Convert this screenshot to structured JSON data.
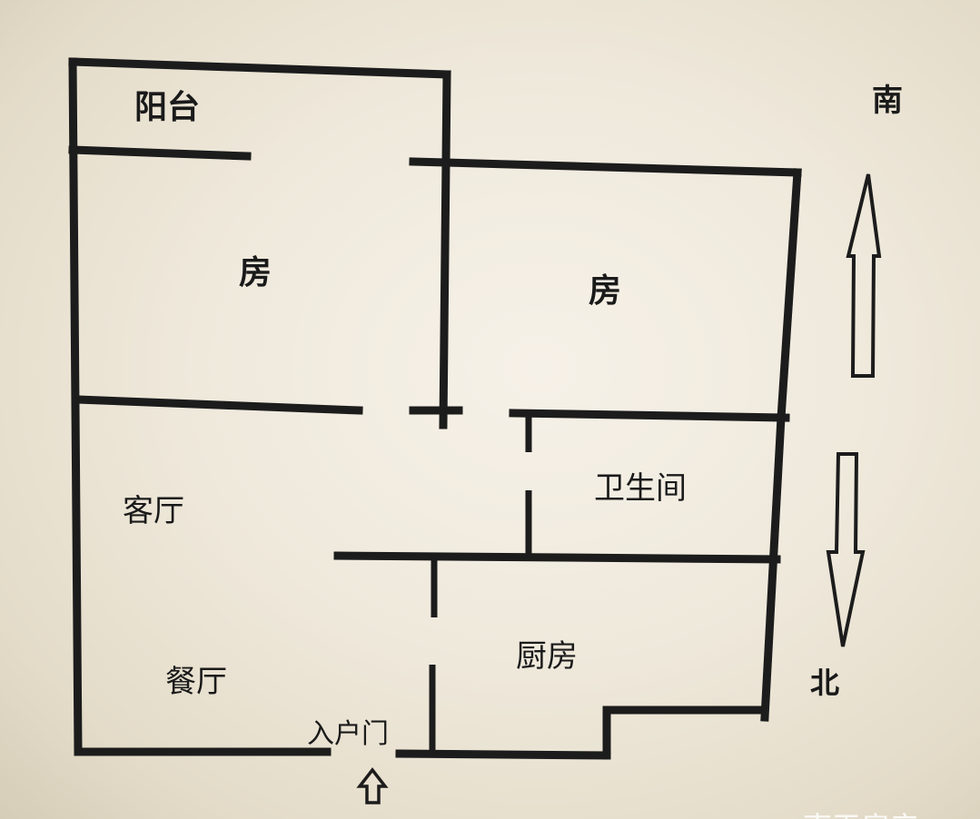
{
  "rooms": {
    "balcony": "阳台",
    "bedroom_left": "房",
    "bedroom_right": "房",
    "bathroom": "卫生间",
    "living_room": "客厅",
    "dining_room": "餐厅",
    "kitchen": "厨房"
  },
  "entrance_label": "入户门",
  "compass": {
    "south": "南",
    "north": "北"
  },
  "watermark": "南天房产"
}
